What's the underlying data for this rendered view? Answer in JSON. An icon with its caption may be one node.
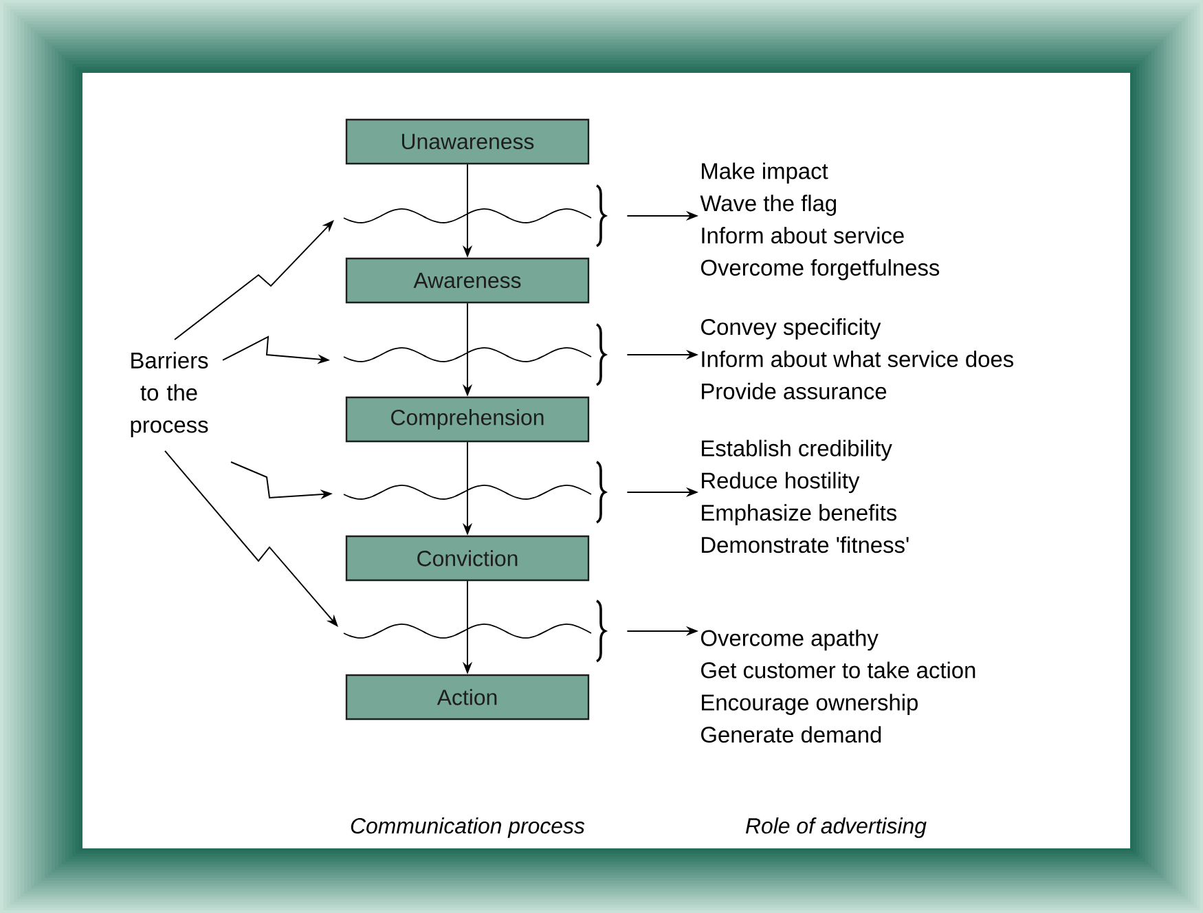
{
  "diagram": {
    "nodes": [
      {
        "text": [
          "Unawareness"
        ]
      },
      {
        "text": [
          "Awareness"
        ]
      },
      {
        "text": [
          "Comprehension"
        ]
      },
      {
        "text": [
          "Conviction"
        ]
      },
      {
        "text": [
          "Action"
        ]
      },
      {
        "text": [
          "Barriers to the process"
        ]
      },
      {
        "text": [],
        "shape": "wave"
      },
      {
        "text": [],
        "shape": "wave"
      },
      {
        "text": [],
        "shape": "wave"
      },
      {
        "text": [],
        "shape": "wave"
      },
      {
        "text": [
          "Make impact",
          "Wave the flag",
          "Inform about service",
          "Overcome forgetfulness"
        ]
      },
      {
        "text": [
          "Convey specificity",
          "Inform about what service does",
          "Provide assurance"
        ]
      },
      {
        "text": [
          "Establish credibility",
          "Reduce hostility",
          "Emphasize benefits",
          "Demonstrate 'fitness'"
        ]
      },
      {
        "text": [
          "Overcome apathy",
          "Get customer to take action",
          "Encourage ownership",
          "Generate demand"
        ]
      }
    ],
    "edges": [
      {
        "from": 0,
        "to": 1,
        "arrow": "to"
      },
      {
        "from": 1,
        "to": 2,
        "arrow": "to"
      },
      {
        "from": 2,
        "to": 3,
        "arrow": "to"
      },
      {
        "from": 3,
        "to": 4,
        "arrow": "to"
      },
      {
        "from": 5,
        "to": 6,
        "arrow": "to"
      },
      {
        "from": 5,
        "to": 7,
        "arrow": "to"
      },
      {
        "from": 5,
        "to": 8,
        "arrow": "to"
      },
      {
        "from": 5,
        "to": 9,
        "arrow": "to"
      },
      {
        "from": 6,
        "to": 10,
        "arrow": "to"
      },
      {
        "from": 7,
        "to": 11,
        "arrow": "to"
      },
      {
        "from": 8,
        "to": 12,
        "arrow": "to"
      },
      {
        "from": 9,
        "to": 13,
        "arrow": "to"
      }
    ],
    "labels": [
      "Communication process",
      "Role of advertising"
    ]
  }
}
